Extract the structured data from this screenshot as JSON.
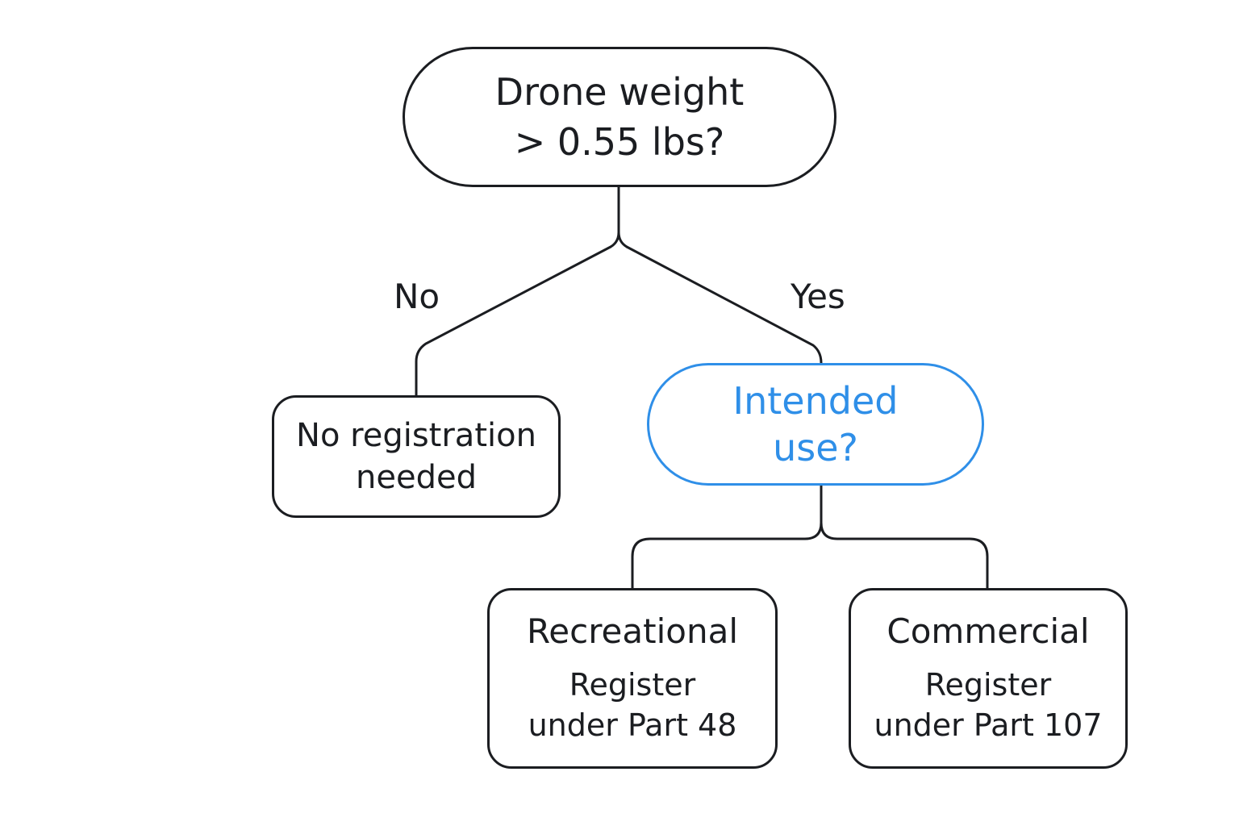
{
  "diagram": {
    "root": {
      "line1": "Drone weight",
      "line2": "> 0.55 lbs?"
    },
    "branches": {
      "no_label": "No",
      "yes_label": "Yes"
    },
    "no_registration": {
      "line1": "No registration",
      "line2": "needed"
    },
    "intended_use": {
      "line1": "Intended",
      "line2": "use?"
    },
    "recreational": {
      "title": "Recreational",
      "line1": "Register",
      "line2": "under Part 48"
    },
    "commercial": {
      "title": "Commercial",
      "line1": "Register",
      "line2": "under Part 107"
    }
  },
  "colors": {
    "line": "#1b1d21",
    "accent": "#2f8fe8",
    "background": "#ffffff"
  }
}
